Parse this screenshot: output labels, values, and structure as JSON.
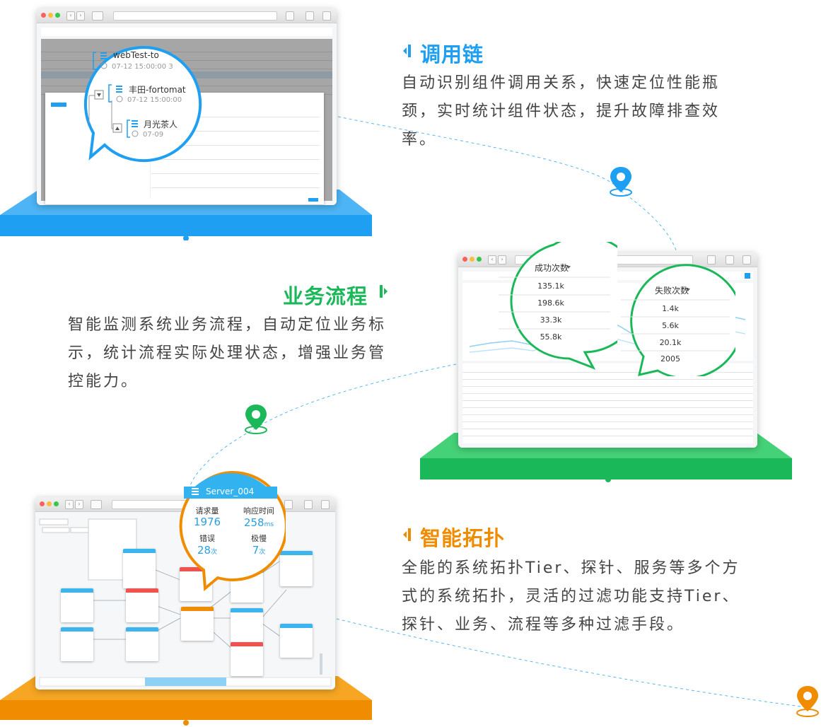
{
  "section1": {
    "title": "调用链",
    "description": "自动识别组件调用关系，快速定位性能瓶颈，实时统计组件状态，提升故障排查效率。",
    "color": "#1e9ff2",
    "magnifier": {
      "row1_name": "webTest-to",
      "row1_time": "07-12 15:00:00 3",
      "row2_name": "丰田-fortomat",
      "row2_time": "07-12 15:00:00",
      "row3_name": "月光茶人",
      "row3_time": "07-09 "
    }
  },
  "section2": {
    "title": "业务流程",
    "description": "智能监测系统业务流程，自动定位业务标示，统计流程实际处理状态，增强业务管控能力。",
    "color": "#1bb85a",
    "success_bubble": {
      "header": "成功次数",
      "values": [
        "135.1k",
        "198.6k",
        "33.3k",
        "55.8k"
      ]
    },
    "fail_bubble": {
      "header": "失败次数",
      "values": [
        "1.4k",
        "5.6k",
        "20.1k",
        "2005"
      ]
    }
  },
  "section3": {
    "title": "智能拓扑",
    "description": "全能的系统拓扑Tier、探针、服务等多个方式的系统拓扑，灵活的过滤功能支持Tier、探针、业务、流程等多种过滤手段。",
    "color": "#f08c00",
    "server_bubble": {
      "name": "Server_004",
      "req_label": "请求量",
      "req_value": "1976",
      "resp_label": "响应时间",
      "resp_value": "258",
      "resp_unit": "ms",
      "err_label": "错误",
      "err_value": "28",
      "err_unit": "次",
      "slow_label": "极慢",
      "slow_value": "7",
      "slow_unit": "次"
    }
  },
  "colors": {
    "blue": "#1e9ff2",
    "green": "#1bb85a",
    "orange": "#f08c00"
  }
}
